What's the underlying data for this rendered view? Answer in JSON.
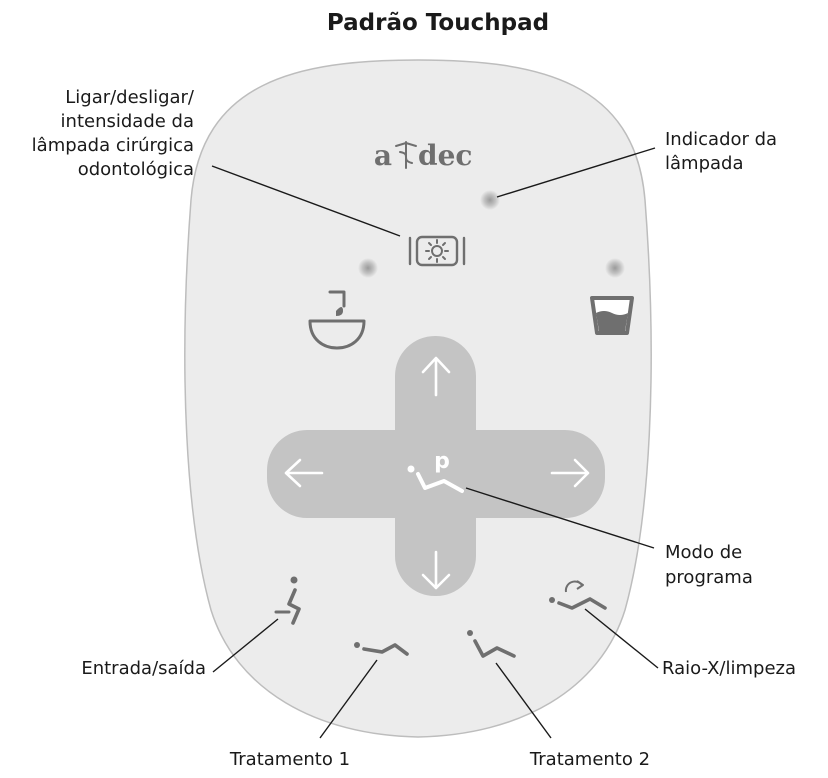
{
  "title": "Padrão Touchpad",
  "brand": {
    "prefix": "a",
    "suffix": "dec"
  },
  "program_key": "p",
  "labels": {
    "surgical_light": [
      "Ligar/desligar/",
      "intensidade da",
      "lâmpada cirúrgica",
      "odontológica"
    ],
    "light_indicator": [
      "Indicador da",
      "lâmpada"
    ],
    "program_mode": [
      "Modo de",
      "programa"
    ],
    "entry_exit": "Entrada/saída",
    "xray_cleaning": "Raio-X/limpeza",
    "treatment_1": "Tratamento 1",
    "treatment_2": "Tratamento 2"
  },
  "colors": {
    "pad_fill": "#ececec",
    "pad_border": "#bdbdbd",
    "cross_pad": "#c4c4c4",
    "icon_gray": "#6f6f6f",
    "indicator_light": "#c9c9c9"
  }
}
